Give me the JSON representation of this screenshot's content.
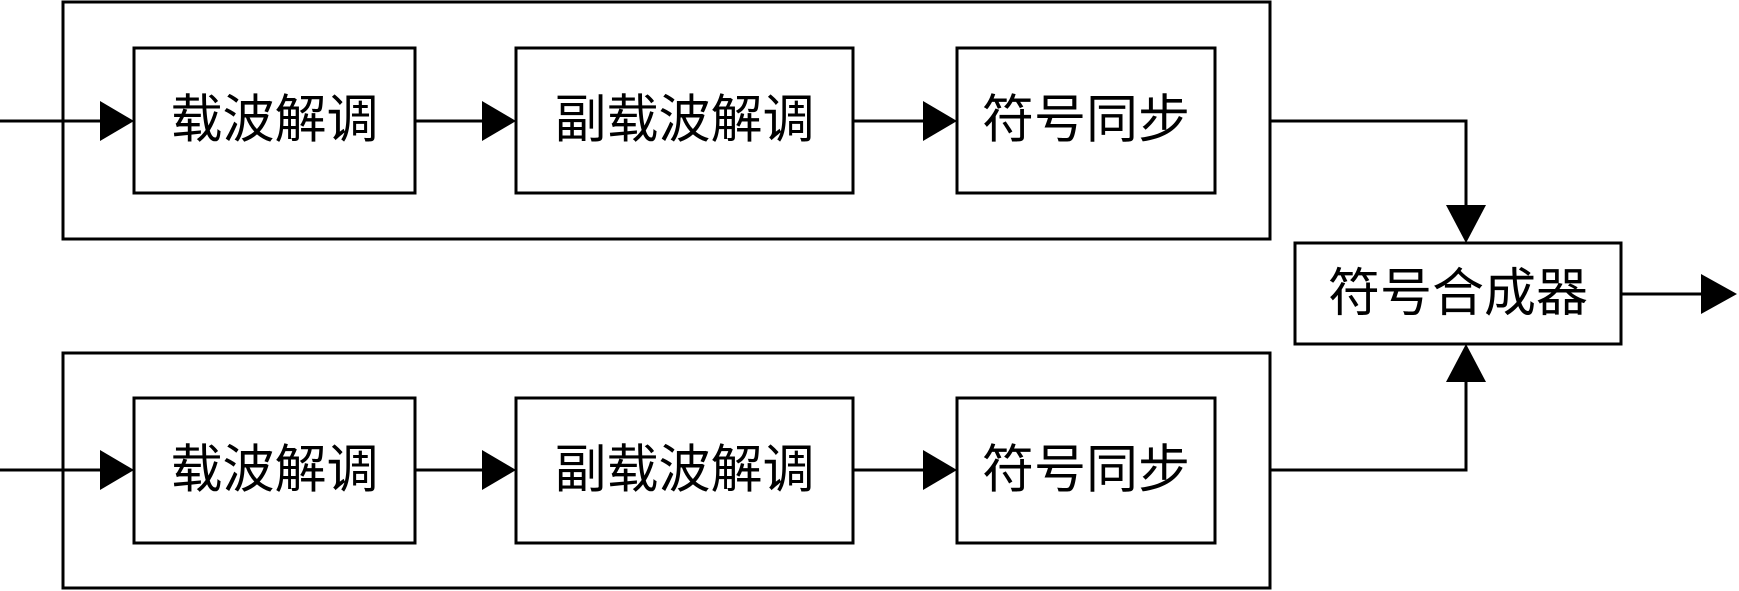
{
  "diagram": {
    "channel_top": {
      "carrier_demod": "载波解调",
      "subcarrier_demod": "副载波解调",
      "symbol_sync": "符号同步"
    },
    "channel_bottom": {
      "carrier_demod": "载波解调",
      "subcarrier_demod": "副载波解调",
      "symbol_sync": "符号同步"
    },
    "combiner": "符号合成器"
  }
}
